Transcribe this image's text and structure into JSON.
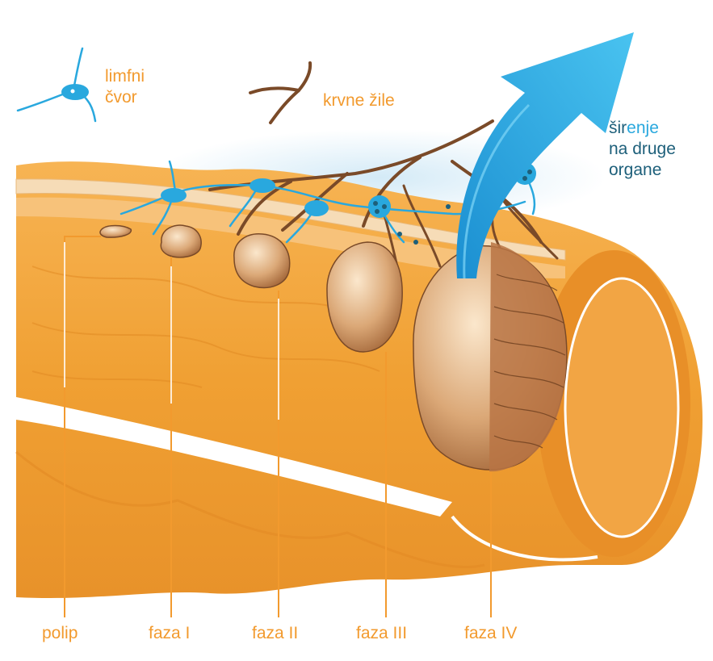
{
  "legend": {
    "lymph_node_line1": "limfni",
    "lymph_node_line2": "čvor",
    "blood_vessels": "krvne žile"
  },
  "spread": {
    "line1_part1": "šir",
    "line1_part2": "enje",
    "line2": "na druge",
    "line3": "organe"
  },
  "stages": [
    "polip",
    "faza I",
    "faza II",
    "faza III",
    "faza IV"
  ],
  "colors": {
    "label_orange": "#f29a2e",
    "spread_dark": "#1d5f7a",
    "lymph_blue": "#29a8de",
    "tissue_orange": "#f0a33a",
    "vessel_brown": "#7a4a28",
    "tumor": "#d8a874"
  }
}
